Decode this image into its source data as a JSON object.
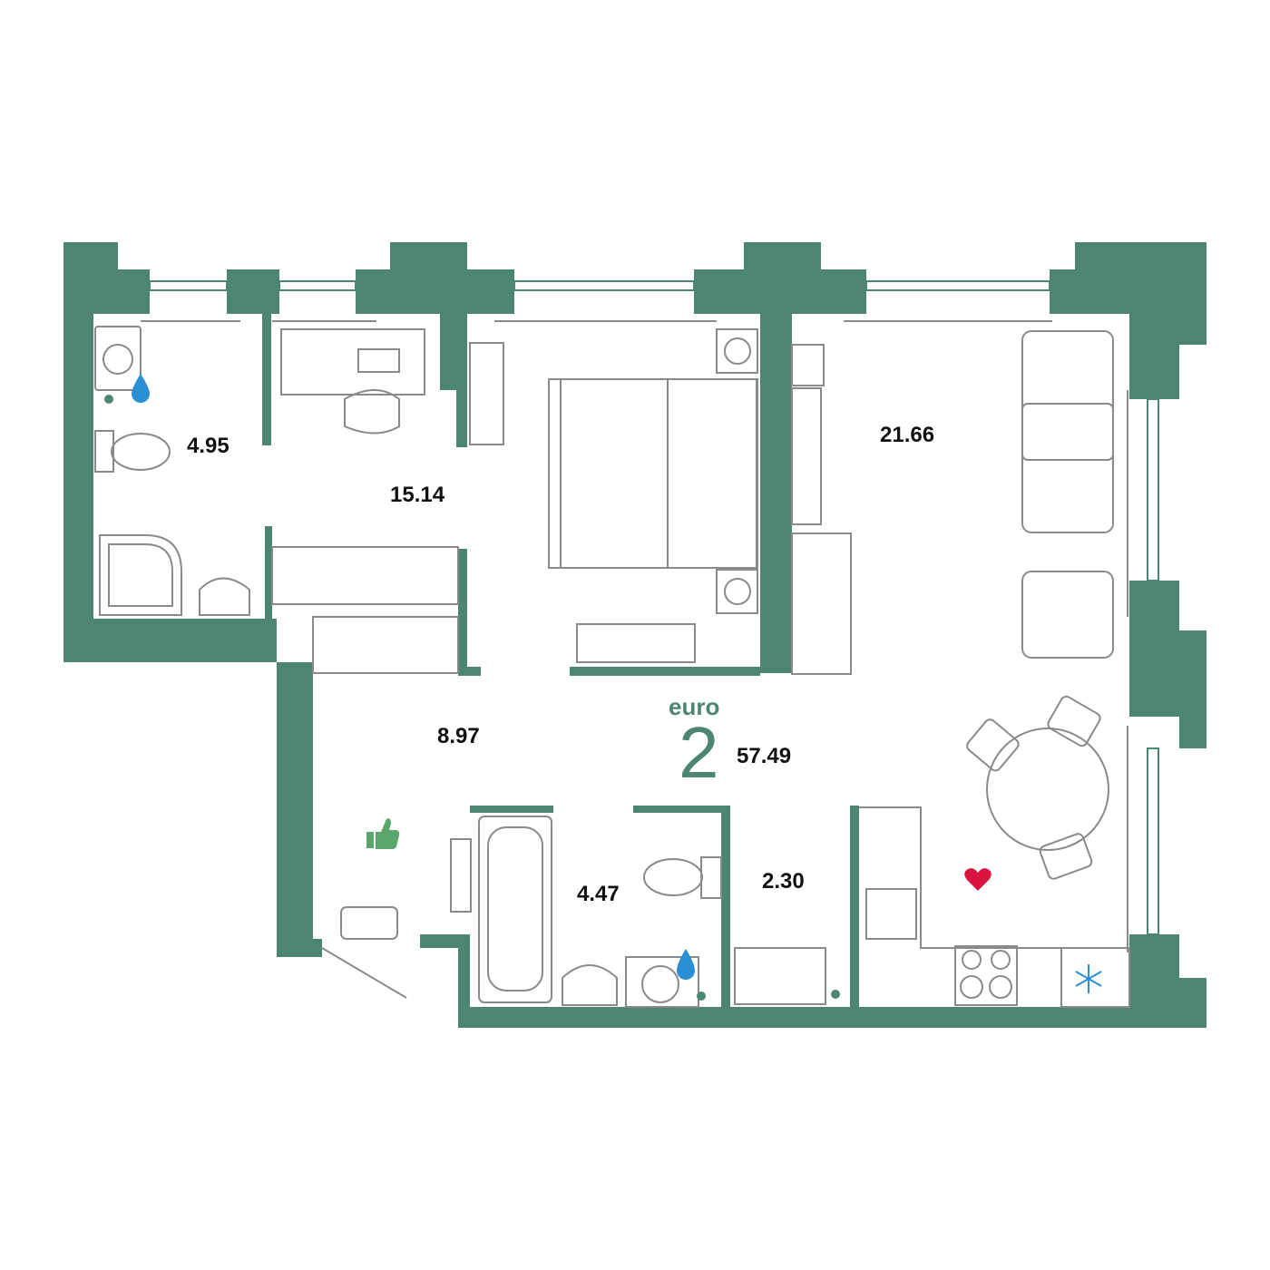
{
  "plan": {
    "type_label": "euro",
    "rooms_count": "2",
    "total_area": "57.49",
    "rooms": [
      {
        "id": "bathroom-top",
        "area": "4.95"
      },
      {
        "id": "bedroom",
        "area": "15.14"
      },
      {
        "id": "living-kitchen",
        "area": "21.66"
      },
      {
        "id": "hallway",
        "area": "8.97"
      },
      {
        "id": "bathroom-bottom",
        "area": "4.47"
      },
      {
        "id": "storage",
        "area": "2.30"
      }
    ]
  },
  "colors": {
    "wall": "#4c8573",
    "furniture_line": "#8a8a8a",
    "water_drop": "#2b8fd6",
    "heart": "#d9123f",
    "thumb": "#5aa66a",
    "snowflake": "#2b8fd6"
  },
  "icons": [
    "water-drop-icon",
    "thumbs-up-icon",
    "heart-icon",
    "snowflake-icon"
  ]
}
